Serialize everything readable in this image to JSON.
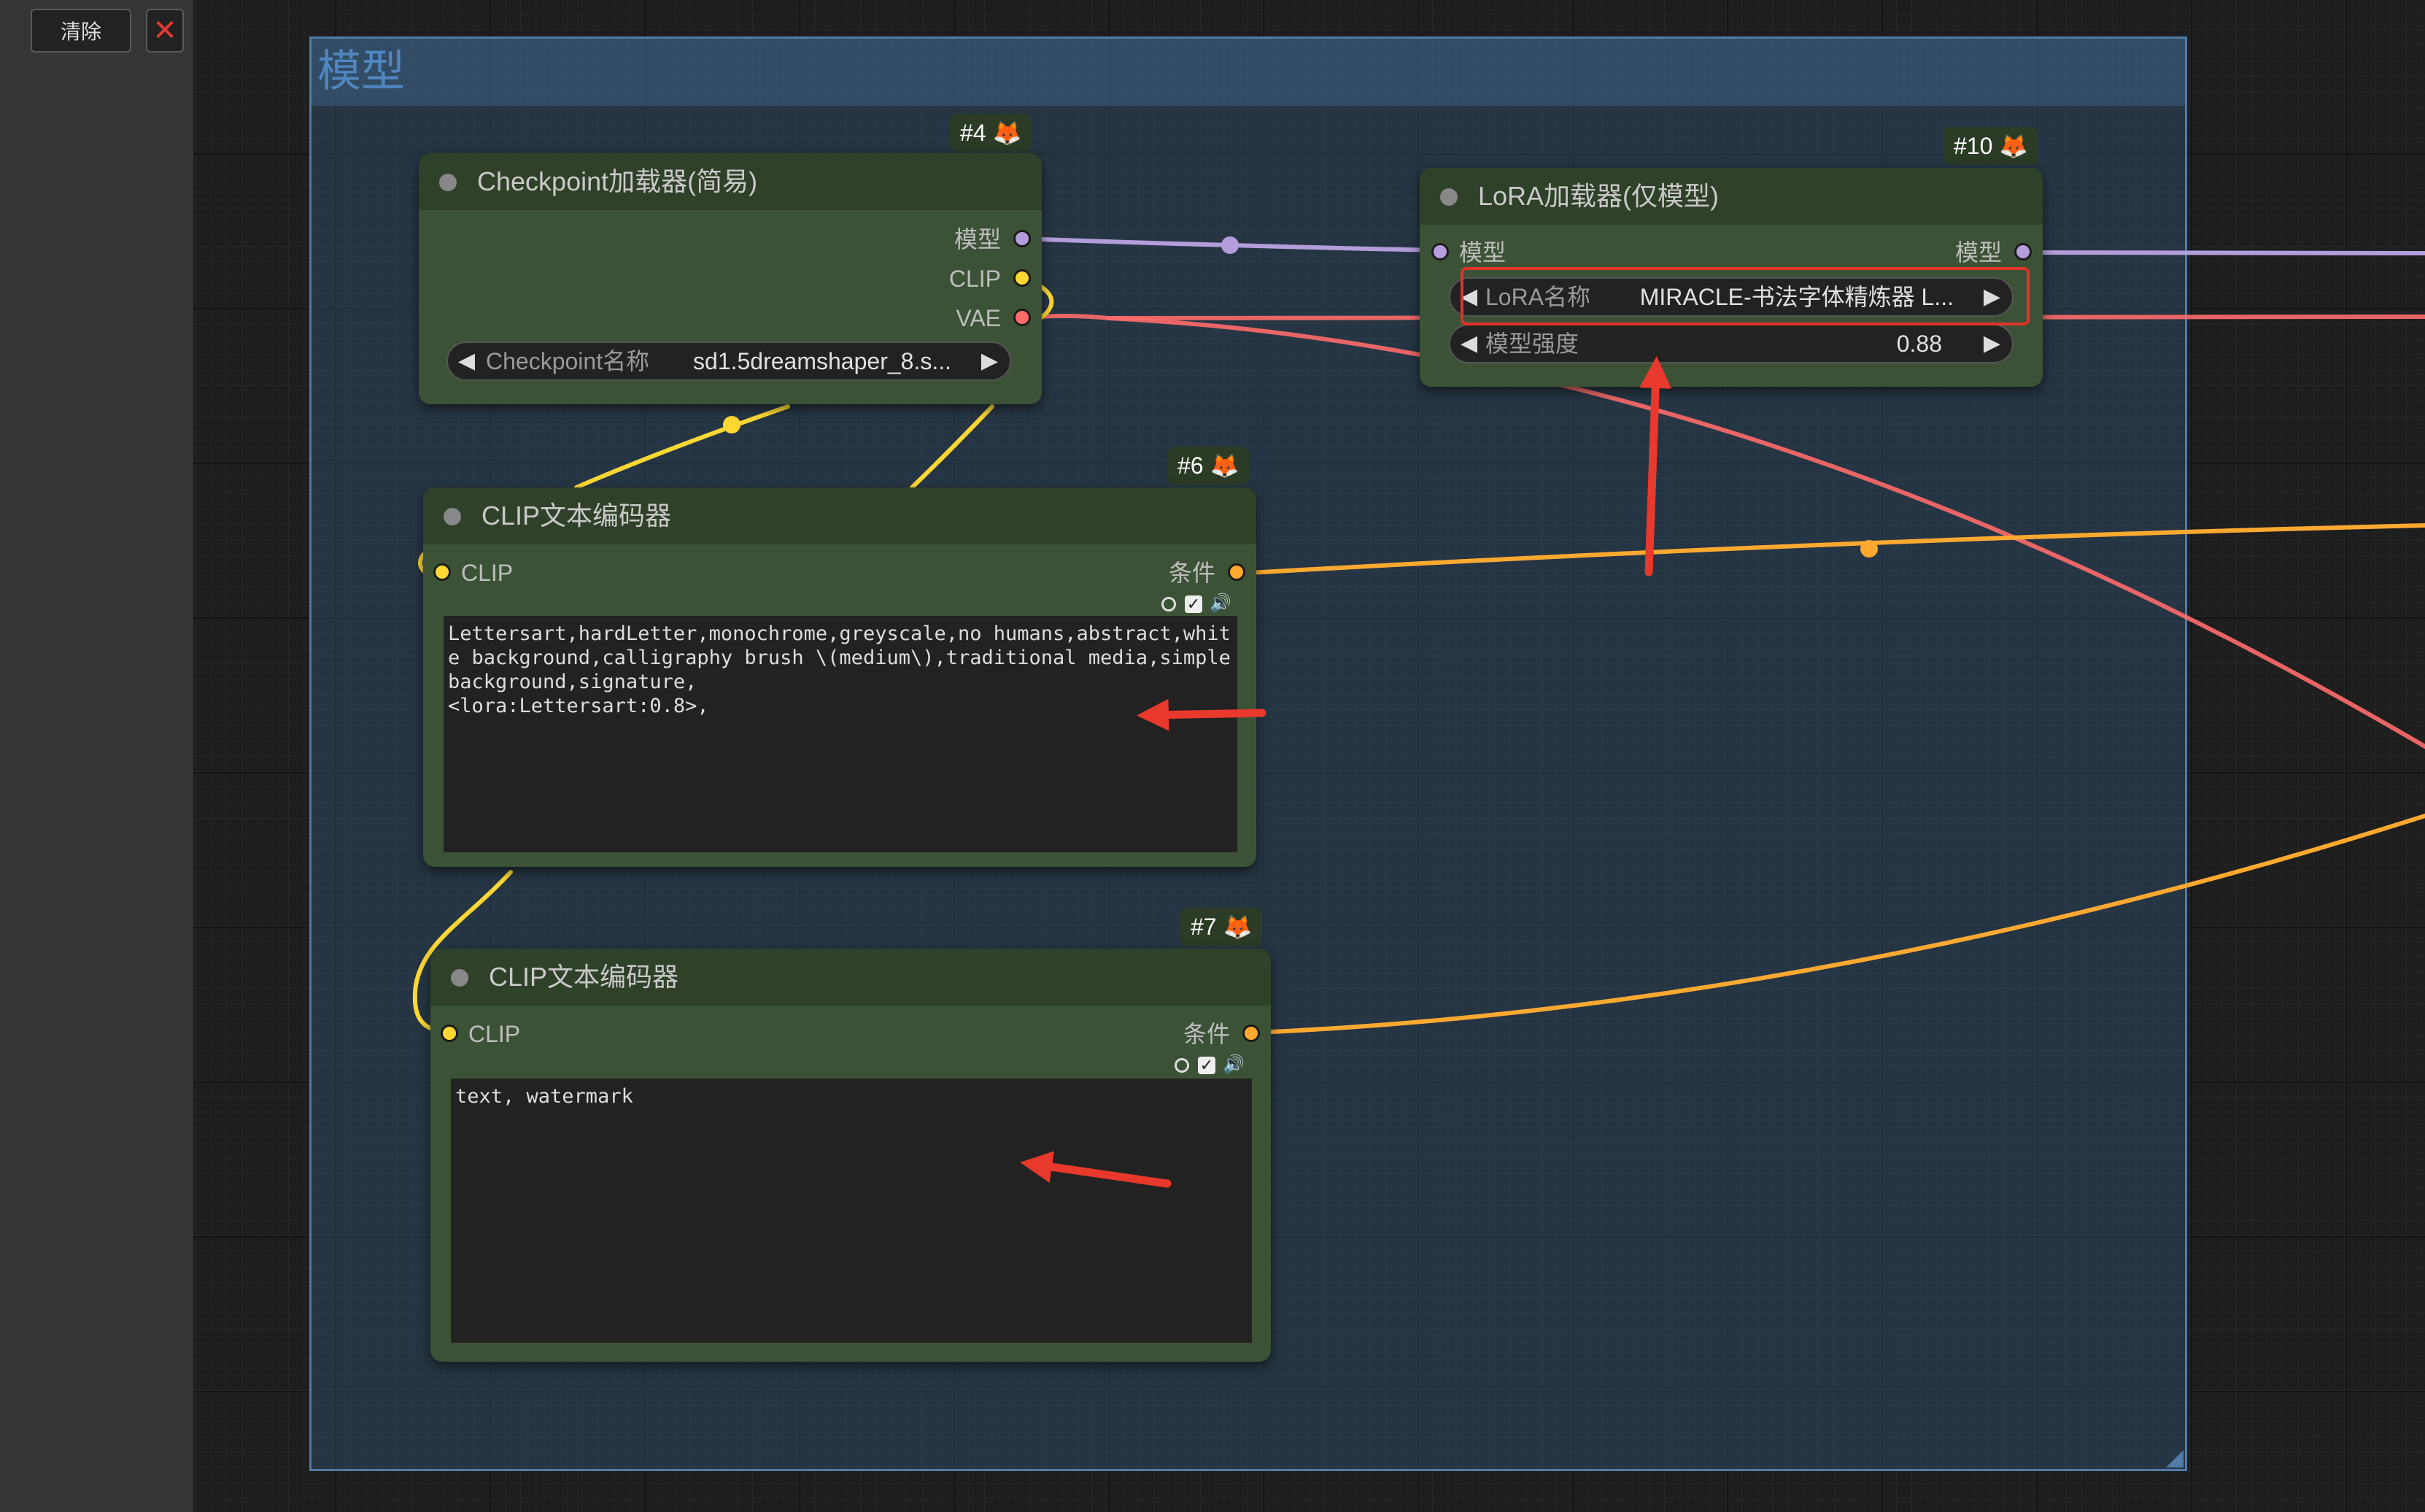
{
  "toolbar": {
    "clear_label": "清除",
    "close_icon": "✕"
  },
  "group": {
    "title": "模型"
  },
  "nodes": {
    "checkpoint": {
      "id": "#4",
      "badge_icon": "🦊",
      "title": "Checkpoint加载器(简易)",
      "outputs": [
        "模型",
        "CLIP",
        "VAE"
      ],
      "widget": {
        "label": "Checkpoint名称",
        "value": "sd1.5dreamshaper_8.s..."
      }
    },
    "lora": {
      "id": "#10",
      "badge_icon": "🦊",
      "title": "LoRA加载器(仅模型)",
      "input": "模型",
      "output": "模型",
      "widgets": [
        {
          "label": "LoRA名称",
          "value": "MIRACLE-书法字体精炼器 L..."
        },
        {
          "label": "模型强度",
          "value": "0.88"
        }
      ]
    },
    "clip_pos": {
      "id": "#6",
      "badge_icon": "🦊",
      "title": "CLIP文本编码器",
      "input": "CLIP",
      "output": "条件",
      "text": "Lettersart,hardLetter,monochrome,greyscale,no humans,abstract,white background,calligraphy brush \\(medium\\),traditional media,simple background,signature,\n<lora:Lettersart:0.8>,"
    },
    "clip_neg": {
      "id": "#7",
      "badge_icon": "🦊",
      "title": "CLIP文本编码器",
      "input": "CLIP",
      "output": "条件",
      "text": "text, watermark"
    }
  },
  "colors": {
    "model_link": "#b39ddb",
    "clip_link": "#fdd835",
    "vae_link": "#ff6b6b",
    "cond_link": "#ffa931",
    "node_body": "#3c5236",
    "node_title": "#2f4129",
    "group_border": "#4e7baa",
    "annotation": "#e0332a"
  }
}
